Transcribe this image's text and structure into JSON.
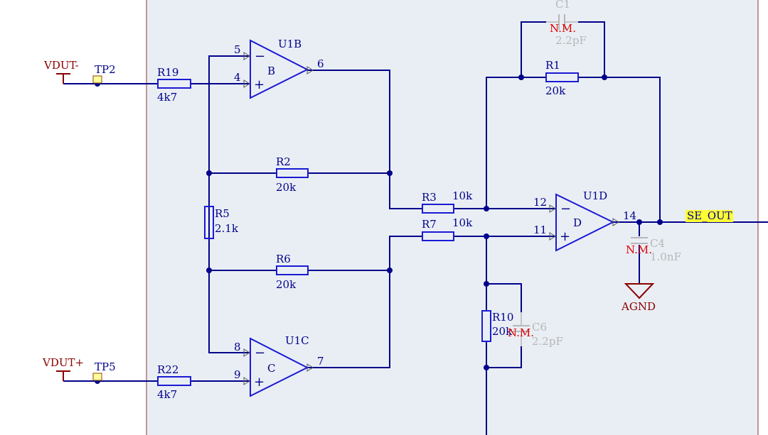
{
  "power": {
    "vdut_minus": "VDUT-",
    "vdut_plus": "VDUT+",
    "agnd": "AGND"
  },
  "testpoints": {
    "tp2": "TP2",
    "tp5": "TP5"
  },
  "opamps": {
    "u1b": {
      "ref": "U1B",
      "unit": "B",
      "pin_inv": "5",
      "pin_noninv": "4",
      "pin_out": "6"
    },
    "u1c": {
      "ref": "U1C",
      "unit": "C",
      "pin_inv": "8",
      "pin_noninv": "9",
      "pin_out": "7"
    },
    "u1d": {
      "ref": "U1D",
      "unit": "D",
      "pin_inv": "12",
      "pin_noninv": "11",
      "pin_out": "14"
    }
  },
  "opamp_signs": {
    "minus": "−",
    "plus": "+"
  },
  "resistors": {
    "r19": {
      "ref": "R19",
      "value": "4k7"
    },
    "r22": {
      "ref": "R22",
      "value": "4k7"
    },
    "r2": {
      "ref": "R2",
      "value": "20k"
    },
    "r6": {
      "ref": "R6",
      "value": "20k"
    },
    "r5": {
      "ref": "R5",
      "value": "2.1k"
    },
    "r3": {
      "ref": "R3",
      "value": "10k"
    },
    "r7": {
      "ref": "R7",
      "value": "10k"
    },
    "r1": {
      "ref": "R1",
      "value": "20k"
    },
    "r10": {
      "ref": "R10",
      "value": "20k"
    }
  },
  "capacitors": {
    "c1": {
      "ref": "C1",
      "status": "N.M.",
      "value": "2.2pF"
    },
    "c4": {
      "ref": "C4",
      "status": "N.M.",
      "value": "1.0nF"
    },
    "c6": {
      "ref": "C6",
      "status": "N.M.",
      "value": "2.2pF"
    }
  },
  "net_label": {
    "text": "SE_OUT",
    "highlight": "#ffff33"
  },
  "colors": {
    "wire": "#00008b",
    "component": "#1a1ad4",
    "not_mounted": "#e00000",
    "faded": "#b7b7b7",
    "power": "#8b0000",
    "sheet": "#e9eef4"
  }
}
